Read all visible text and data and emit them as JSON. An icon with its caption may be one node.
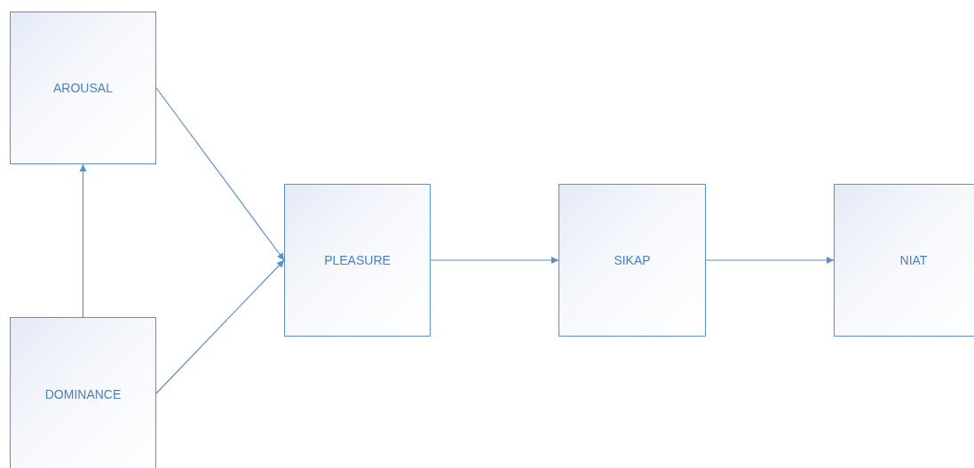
{
  "diagram": {
    "nodes": [
      {
        "text": [
          "AROUSAL"
        ]
      },
      {
        "text": [
          "DOMINANCE"
        ]
      },
      {
        "text": [
          "PLEASURE"
        ]
      },
      {
        "text": [
          "SIKAP"
        ]
      },
      {
        "text": [
          "NIAT"
        ]
      }
    ],
    "edges": [
      {
        "from": 1,
        "to": 0,
        "arrow": "to"
      },
      {
        "from": 0,
        "to": 2,
        "arrow": "to"
      },
      {
        "from": 1,
        "to": 2,
        "arrow": "to"
      },
      {
        "from": 2,
        "to": 3,
        "arrow": "to"
      },
      {
        "from": 3,
        "to": 4,
        "arrow": "to"
      }
    ]
  }
}
